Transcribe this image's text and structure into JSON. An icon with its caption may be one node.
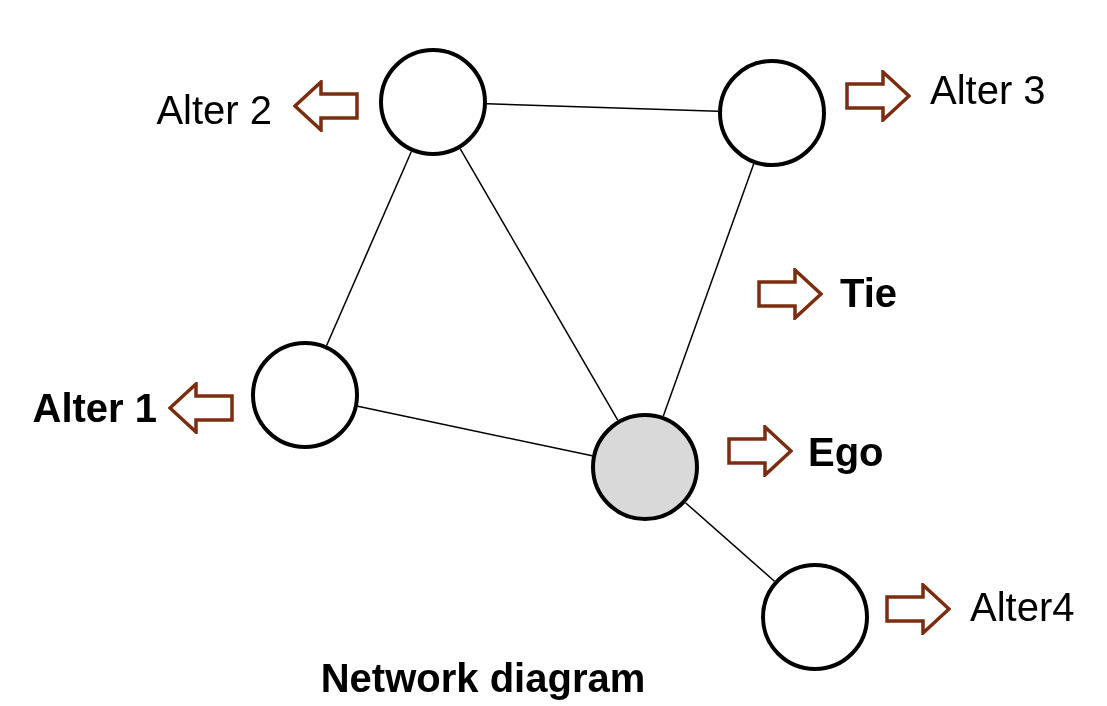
{
  "diagram": {
    "caption": "Network diagram",
    "nodes": [
      {
        "text": [],
        "shape": "circle",
        "beside": [
          "Alter 2"
        ]
      },
      {
        "text": [],
        "shape": "circle",
        "beside": [
          "Alter 3"
        ]
      },
      {
        "text": [],
        "shape": "circle",
        "beside": [
          "Alter 1"
        ]
      },
      {
        "text": [],
        "shape": "circle",
        "beside": [
          "Ego"
        ]
      },
      {
        "text": [],
        "shape": "circle",
        "beside": [
          "Alter4"
        ]
      }
    ],
    "edges": [
      {
        "from": 0,
        "to": 1,
        "arrow": "none"
      },
      {
        "from": 0,
        "to": 2,
        "arrow": "none"
      },
      {
        "from": 0,
        "to": 3,
        "arrow": "none"
      },
      {
        "from": 1,
        "to": 3,
        "arrow": "none"
      },
      {
        "from": 2,
        "to": 3,
        "arrow": "none"
      },
      {
        "from": 3,
        "to": 4,
        "arrow": "none"
      }
    ],
    "labels": [
      "Tie"
    ]
  }
}
